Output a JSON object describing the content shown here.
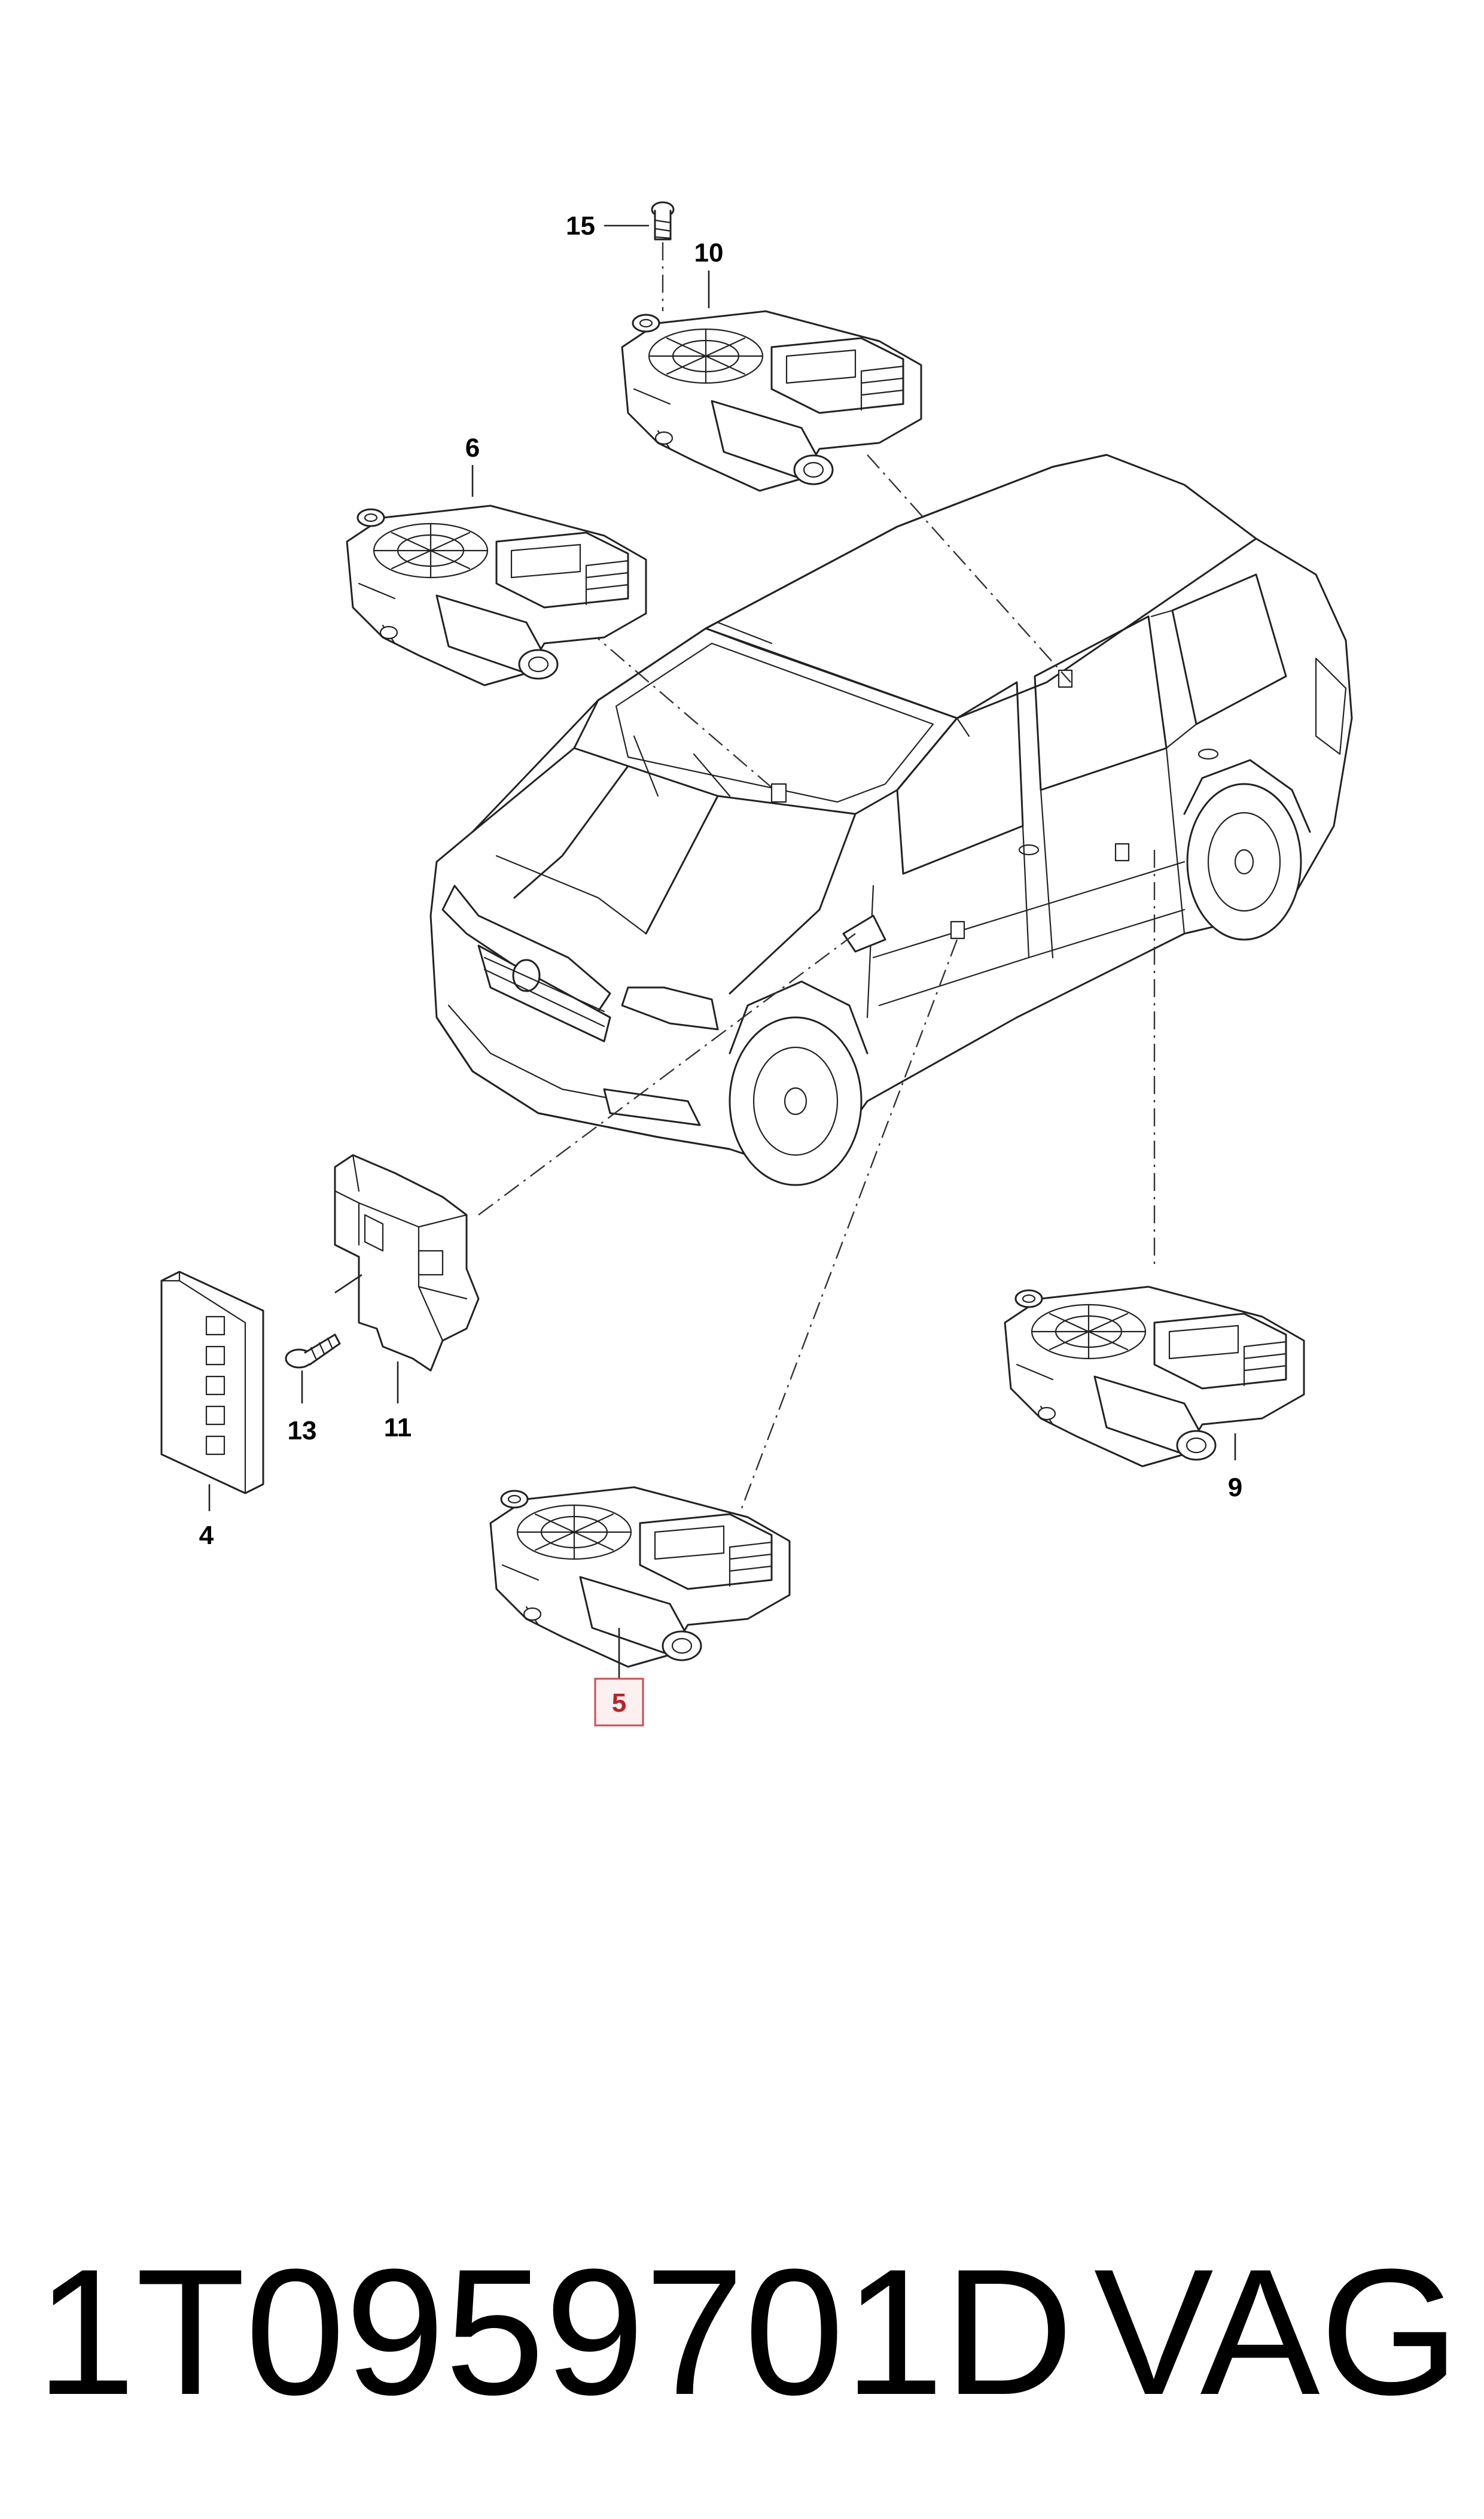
{
  "callouts": {
    "c15": "15",
    "c10": "10",
    "c6": "6",
    "c13": "13",
    "c11": "11",
    "c4": "4",
    "c9": "9",
    "c5": "5"
  },
  "highlight_color": "#d04a50",
  "footer": {
    "part_number": "1T0959701D",
    "brand": "VAG"
  }
}
